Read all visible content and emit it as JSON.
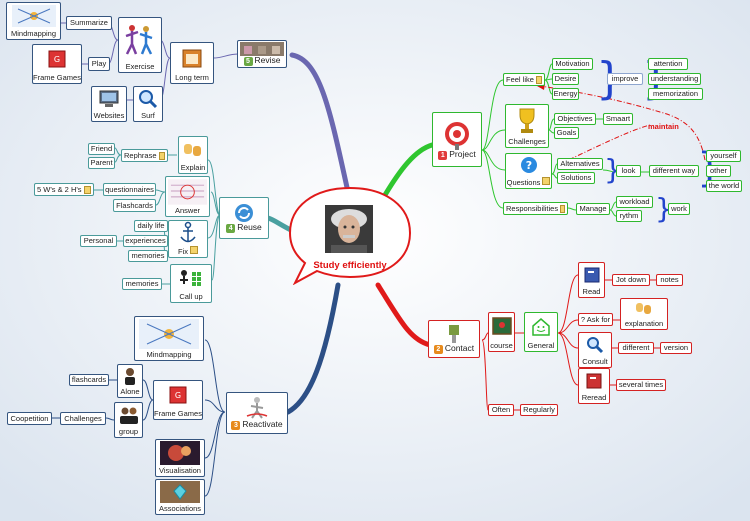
{
  "center": {
    "title": "Study efficiently"
  },
  "main": {
    "revise": {
      "num": "5",
      "label": "Revise"
    },
    "reuse": {
      "num": "4",
      "label": "Reuse"
    },
    "reactivate": {
      "num": "3",
      "label": "Reactivate"
    },
    "project": {
      "num": "1",
      "label": "Project"
    },
    "contact": {
      "num": "2",
      "label": "Contact"
    }
  },
  "revise_branch": {
    "long_term": "Long term",
    "exercise": "Exercise",
    "surf": "Surf",
    "websites": "Websites",
    "play": "Play",
    "frame_games": "Frame Games",
    "summarize": "Summarize",
    "mindmapping": "Mindmapping"
  },
  "reuse_branch": {
    "explain": "Explain",
    "rephrase": "Rephrase",
    "friend": "Friend",
    "parent": "Parent",
    "answer": "Answer",
    "questionnaires": "questionnaires",
    "five_ws": "5 W's & 2 H's",
    "flashcards": "Flashcards",
    "fix": "Fix",
    "daily_life": "daily life",
    "experiences": "experiences",
    "personal": "Personal",
    "memories_fix": "memories",
    "call_up": "Call up",
    "memories_call": "memories"
  },
  "reactivate_branch": {
    "mindmapping": "Mindmapping",
    "frame_games": "Frame Games",
    "alone": "Alone",
    "flashcards": "flashcards",
    "group": "group",
    "challenges": "Challenges",
    "coopetition": "Coopetition",
    "visualisation": "Visualisation",
    "associations": "Associations"
  },
  "project_branch": {
    "feel_like": "Feel like",
    "motivation": "Motivation",
    "desire": "Desire",
    "energy": "Energy",
    "improve": "improve",
    "attention": "attention",
    "understanding": "understanding",
    "memorization": "memorization",
    "challenges": "Challenges",
    "objectives": "Objectives",
    "smaart": "Smaart",
    "goals": "Goals",
    "questions": "Questions",
    "alternatives": "Alternatives",
    "solutions": "Solutions",
    "look": "look",
    "different_way": "different way",
    "yourself": "yourself",
    "other": "other",
    "the_world": "the world",
    "responsibilities": "Responsibilities",
    "manage": "Manage",
    "workload": "workload",
    "rythm": "rythm",
    "work": "work",
    "maintain": "maintain"
  },
  "contact_branch": {
    "course": "course",
    "general": "General",
    "read": "Read",
    "jot_down": "Jot down",
    "notes": "notes",
    "ask_for": "? Ask for",
    "explanation": "explanation",
    "consult": "Consult",
    "different": "different",
    "version": "version",
    "reread": "Reread",
    "several_times": "several times",
    "often": "Often",
    "regularly": "Regularly"
  },
  "colors": {
    "revise": "#6a67b0",
    "reuse": "#4aa0a0",
    "reactivate": "#2c4f86",
    "project": "#2fc62f",
    "contact": "#e01a1a",
    "maintain": "#e01010"
  }
}
